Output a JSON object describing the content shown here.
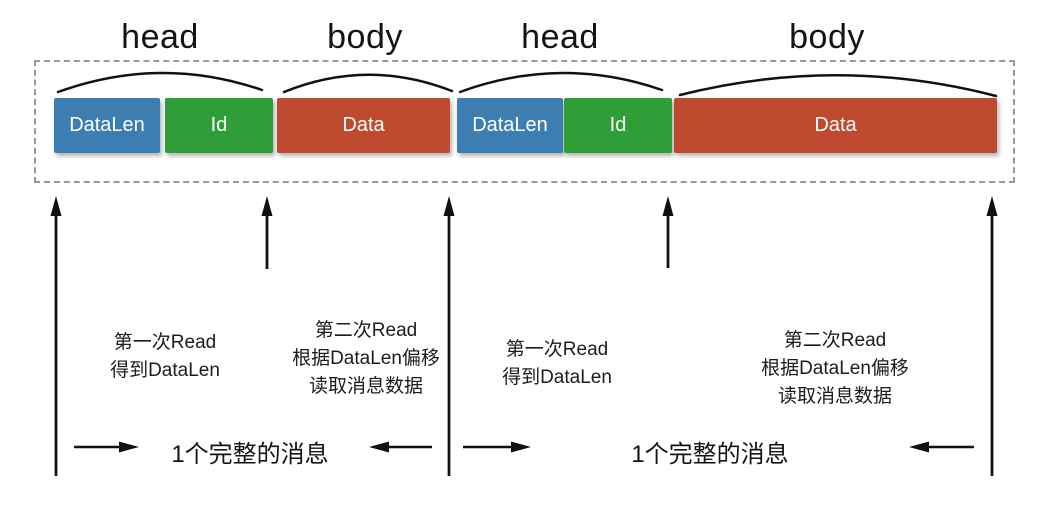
{
  "diagram": {
    "section_labels": [
      {
        "label": "head"
      },
      {
        "label": "body"
      },
      {
        "label": "head"
      },
      {
        "label": "body"
      }
    ],
    "blocks": [
      {
        "label": "DataLen",
        "color": "#3d7eb2"
      },
      {
        "label": "Id",
        "color": "#2f9e38"
      },
      {
        "label": "Data",
        "color": "#bf4a30"
      },
      {
        "label": "DataLen",
        "color": "#3d7eb2"
      },
      {
        "label": "Id",
        "color": "#2f9e38"
      },
      {
        "label": "Data",
        "color": "#bf4a30"
      }
    ],
    "annotations": [
      {
        "lines": [
          "第一次Read",
          "得到DataLen"
        ]
      },
      {
        "lines": [
          "第二次Read",
          "根据DataLen偏移",
          "读取消息数据"
        ]
      },
      {
        "lines": [
          "第一次Read",
          "得到DataLen"
        ]
      },
      {
        "lines": [
          "第二次Read",
          "根据DataLen偏移",
          "读取消息数据"
        ]
      }
    ],
    "message_labels": [
      {
        "label": "1个完整的消息"
      },
      {
        "label": "1个完整的消息"
      }
    ],
    "colors": {
      "line": "#111111",
      "dashed_border": "#999999",
      "block_text": "#ffffff",
      "text": "#1c1c1c"
    }
  }
}
